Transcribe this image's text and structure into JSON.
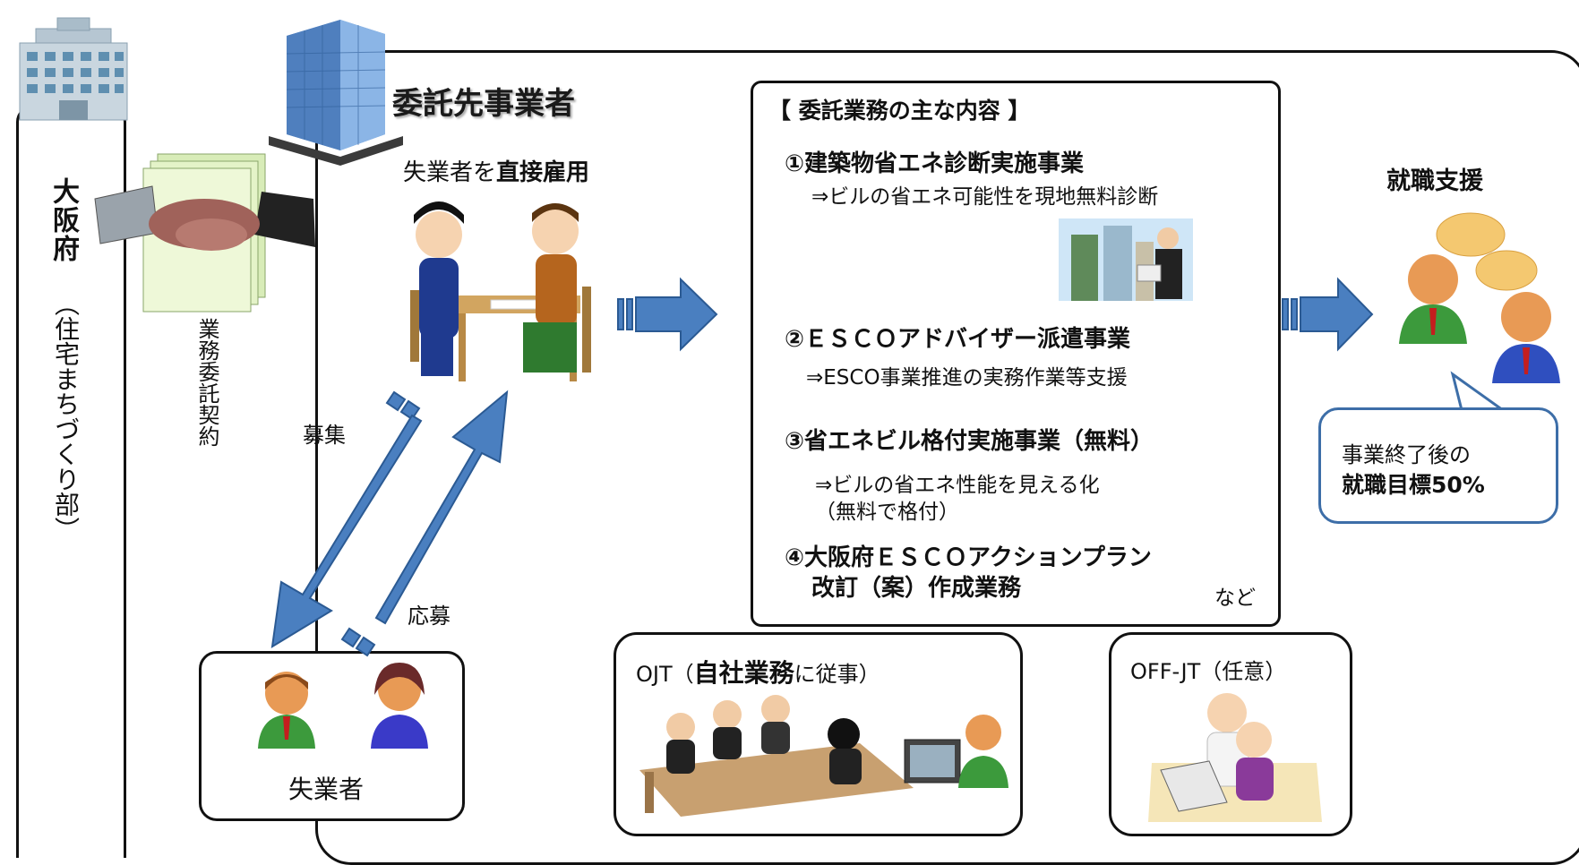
{
  "osaka": {
    "name": "大阪府",
    "dept": "（住宅まちづくり部）"
  },
  "contract": {
    "label": "業務委託契約"
  },
  "contractor": {
    "title": "委託先事業者",
    "hire_prefix": "失業者を",
    "hire_bold": "直接雇用"
  },
  "flows": {
    "recruit": "募集",
    "apply": "応募"
  },
  "jobseekers": {
    "label": "失業者"
  },
  "contents": {
    "title": "【 委託業務の主な内容 】",
    "items": [
      {
        "label": "①建築物省エネ診断実施事業",
        "sub": "⇒ビルの省エネ可能性を現地無料診断"
      },
      {
        "label": "②ＥＳＣＯアドバイザー派遣事業",
        "sub": "⇒ESCO事業推進の実務作業等支援"
      },
      {
        "label": "③省エネビル格付実施事業（無料）",
        "sub": "⇒ビルの省エネ性能を見える化",
        "sub2": "（無料で格付）"
      },
      {
        "label": "④大阪府ＥＳＣＯアクションプラン",
        "label2": "改訂（案）作成業務"
      }
    ],
    "etc": "など"
  },
  "support": {
    "title": "就職支援",
    "goal_line1": "事業終了後の",
    "goal_line2": "就職目標50%"
  },
  "ojt": {
    "prefix": "OJT（",
    "bold": "自社業務",
    "suffix": "に従事）"
  },
  "offjt": {
    "title": "OFF-JT（任意）"
  },
  "colors": {
    "arrow": "#4a7fc0",
    "arrow_dark": "#2b5a93",
    "bubble_border": "#3d6ea8"
  }
}
